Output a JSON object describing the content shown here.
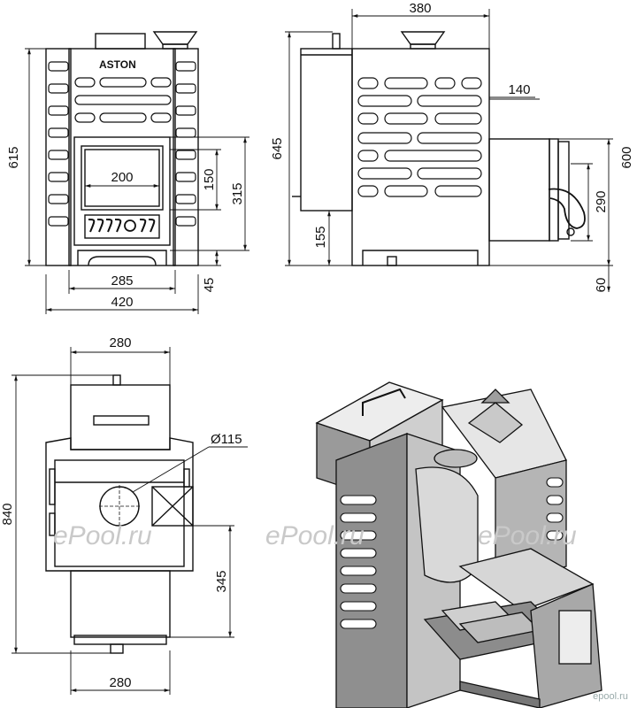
{
  "brand": "ASTON",
  "front_view": {
    "width": "420",
    "height": "615",
    "firebox_width": "285",
    "door_width": "200",
    "door_height": "150",
    "door_frame_height": "315",
    "base_height": "45"
  },
  "side_view": {
    "depth": "380",
    "height": "645",
    "extension": "140",
    "ext_height": "600",
    "ext_opening": "290",
    "ext_base": "60",
    "water_height": "155"
  },
  "top_view": {
    "top_width": "280",
    "bottom_width": "280",
    "total_depth": "840",
    "flue_diameter": "Ø115",
    "firebox_depth": "345"
  },
  "watermarks": [
    "ePool.ru",
    "ePool.ru",
    "ePool.ru"
  ],
  "corner_logo": "epool.ru"
}
